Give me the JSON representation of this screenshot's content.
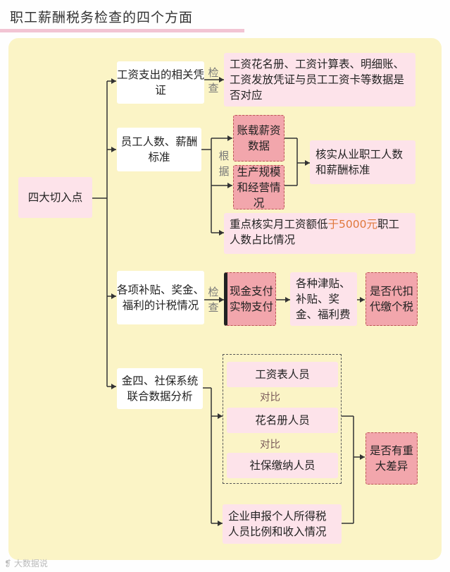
{
  "title": "职工薪酬税务检查的四个方面",
  "root": "四大切入点",
  "b1": {
    "label": "工资支出的相关凭证",
    "link": "检查",
    "target": "工资花名册、工资计算表、明细账、工资发放凭证与员工工资卡等数据是否对应"
  },
  "b2": {
    "label": "员工人数、薪酬标准",
    "link": "根据",
    "source1": "账载薪资数据",
    "source2": "生产规模和经营情况",
    "target": "核实从业职工人数和薪酬标准",
    "note_pre": "重点核实月工资额低",
    "note_hl": "于5000元",
    "note_post": "职工人数占比情况"
  },
  "b3": {
    "label": "各项补贴、奖金、福利的计税情况",
    "link": "检查",
    "pay": "现金支付实物支付",
    "items": "各种津贴、补贴、奖金、福利费",
    "result": "是否代扣代缴个税"
  },
  "b4": {
    "label": "金四、社保系统联合数据分析",
    "item1": "工资表人员",
    "compare1": "对比",
    "item2": "花名册人员",
    "compare2": "对比",
    "item3": "社保缴纳人员",
    "result": "是否有重大差异",
    "extra": "企业申报个人所得税人员比例和收入情况"
  },
  "watermark": "大数据说"
}
